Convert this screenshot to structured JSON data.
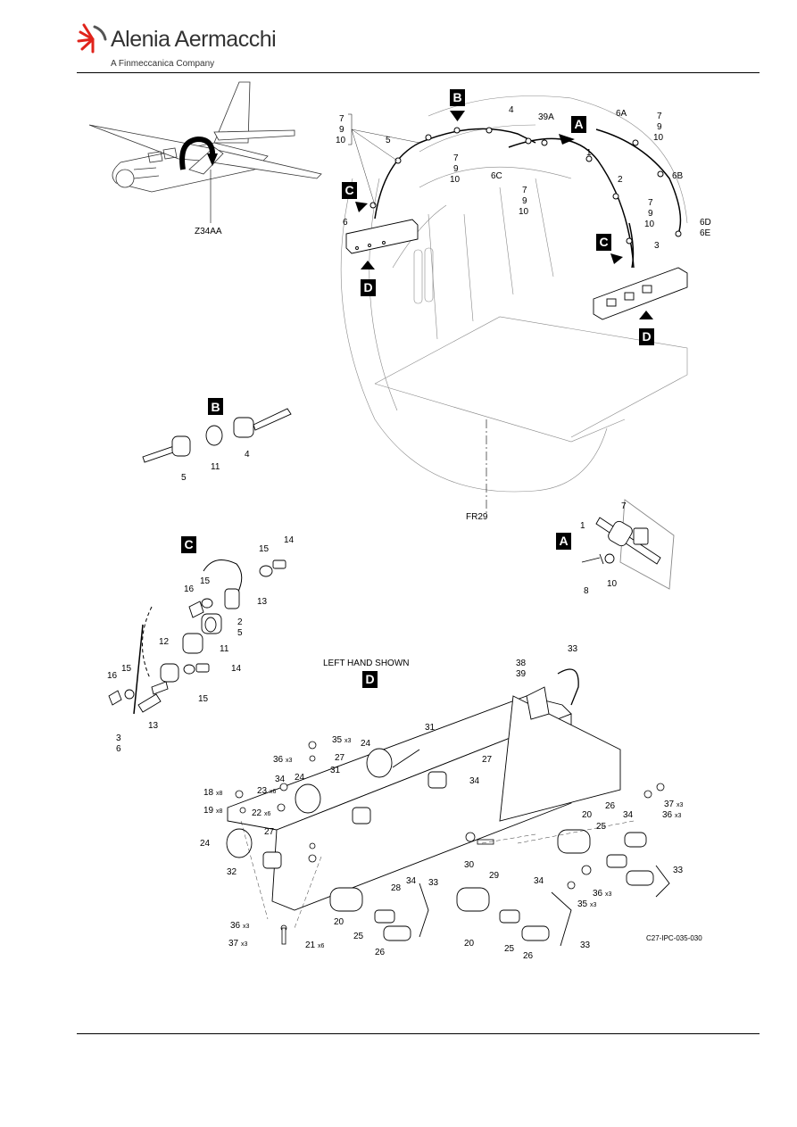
{
  "header": {
    "brand_name": "Alenia Aermacchi",
    "tagline": "A Finmeccanica Company",
    "brand_color": "#e0231b"
  },
  "drawing": {
    "code": "C27-IPC-035-030",
    "caption_lh": "LEFT HAND SHOWN",
    "zone": "Z34AA",
    "frame": "FR29",
    "views": [
      "A",
      "B",
      "C",
      "D"
    ],
    "main_labels": {
      "l1": "1",
      "l2": "2",
      "l3": "3",
      "l4": "4",
      "l5": "5",
      "l6": "6",
      "l6a": "6A",
      "l6b": "6B",
      "l6c": "6C",
      "l6d": "6D",
      "l6e": "6E",
      "l39a": "39A",
      "g7": "7",
      "g9": "9",
      "g10": "10"
    },
    "detail_labels": {
      "n1": "1",
      "n2": "2",
      "n3": "3",
      "n4": "4",
      "n5": "5",
      "n6": "6",
      "n7": "7",
      "n8": "8",
      "n10": "10",
      "n11": "11",
      "n12": "12",
      "n13": "13",
      "n14": "14",
      "n15": "15",
      "n16": "16",
      "n18": "18",
      "n19": "19",
      "n20": "20",
      "n21": "21",
      "n22": "22",
      "n23": "23",
      "n24": "24",
      "n25": "25",
      "n26": "26",
      "n27": "27",
      "n28": "28",
      "n29": "29",
      "n30": "30",
      "n31": "31",
      "n32": "32",
      "n33": "33",
      "n34": "34",
      "n35": "35",
      "n36": "36",
      "n37": "37",
      "n38": "38",
      "n39": "39",
      "x3": "x3",
      "x6": "x6",
      "x8": "x8"
    }
  }
}
